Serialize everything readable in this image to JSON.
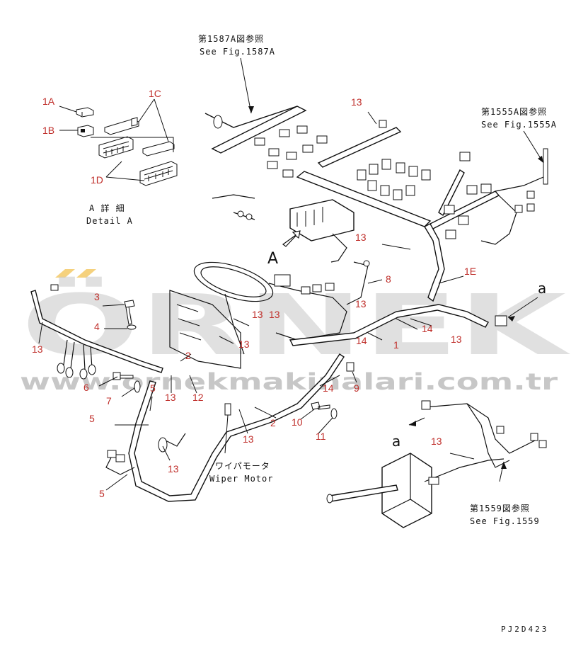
{
  "watermark": {
    "brand": "ÖRNEK",
    "url": "www.ornekmakinalari.com.tr",
    "accent_color": "#f2c55c",
    "text_color": "#c8c8c8"
  },
  "cross_references": {
    "fig_1587a_jp": "第1587A図参照",
    "fig_1587a_en": "See Fig.1587A",
    "fig_1555a_jp": "第1555A図参照",
    "fig_1555a_en": "See Fig.1555A",
    "fig_1559_jp": "第1559図参照",
    "fig_1559_en": "See Fig.1559"
  },
  "detail": {
    "jp": "A 詳 細",
    "en": "Detail A",
    "view_marker": "A"
  },
  "wiper_motor": {
    "jp": "ワイパモータ",
    "en": "Wiper Motor"
  },
  "drawing_code": "PJ2D423",
  "part_refs": [
    {
      "id": "p1a",
      "label": "1A"
    },
    {
      "id": "p1b",
      "label": "1B"
    },
    {
      "id": "p1c",
      "label": "1C"
    },
    {
      "id": "p1d",
      "label": "1D"
    },
    {
      "id": "p1e",
      "label": "1E"
    },
    {
      "id": "p1",
      "label": "1"
    },
    {
      "id": "p2a",
      "label": "2"
    },
    {
      "id": "p2b",
      "label": "2"
    },
    {
      "id": "p3",
      "label": "3"
    },
    {
      "id": "p4",
      "label": "4"
    },
    {
      "id": "p5a",
      "label": "5"
    },
    {
      "id": "p5b",
      "label": "5"
    },
    {
      "id": "p5c",
      "label": "5"
    },
    {
      "id": "p6",
      "label": "6"
    },
    {
      "id": "p7",
      "label": "7"
    },
    {
      "id": "p8",
      "label": "8"
    },
    {
      "id": "p9",
      "label": "9"
    },
    {
      "id": "p10",
      "label": "10"
    },
    {
      "id": "p11",
      "label": "11"
    },
    {
      "id": "p12",
      "label": "12"
    },
    {
      "id": "p13a",
      "label": "13"
    },
    {
      "id": "p13b",
      "label": "13"
    },
    {
      "id": "p13c",
      "label": "13"
    },
    {
      "id": "p13d",
      "label": "13"
    },
    {
      "id": "p13e",
      "label": "13"
    },
    {
      "id": "p13f",
      "label": "13"
    },
    {
      "id": "p13g",
      "label": "13"
    },
    {
      "id": "p13h",
      "label": "13"
    },
    {
      "id": "p13i",
      "label": "13"
    },
    {
      "id": "p13j",
      "label": "13"
    },
    {
      "id": "p13k",
      "label": "13"
    },
    {
      "id": "p13l",
      "label": "13"
    },
    {
      "id": "p13m",
      "label": "13"
    },
    {
      "id": "p14a",
      "label": "14"
    },
    {
      "id": "p14b",
      "label": "14"
    },
    {
      "id": "p14c",
      "label": "14"
    }
  ],
  "connection_marks": {
    "a_right": "a",
    "a_lower": "a"
  }
}
